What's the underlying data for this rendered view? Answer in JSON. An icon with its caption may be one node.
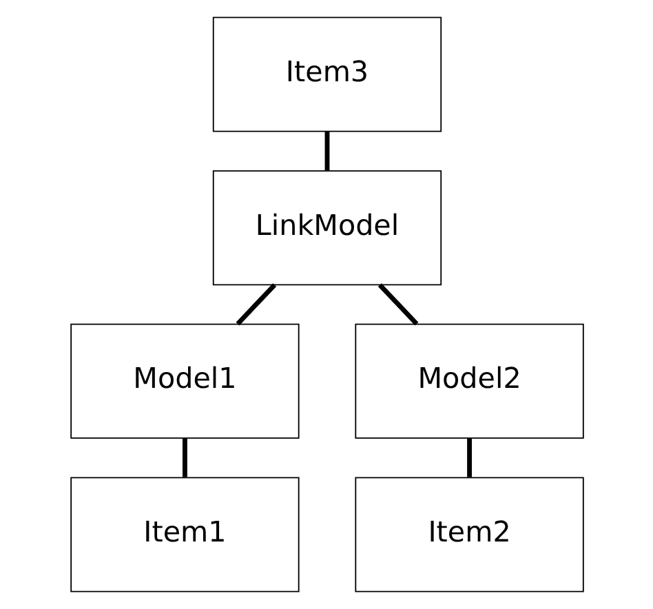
{
  "diagram": {
    "nodes": [
      {
        "text": [
          "Item3"
        ]
      },
      {
        "text": [
          "LinkModel"
        ]
      },
      {
        "text": [
          "Model1"
        ]
      },
      {
        "text": [
          "Model2"
        ]
      },
      {
        "text": [
          "Item1"
        ]
      },
      {
        "text": [
          "Item2"
        ]
      }
    ],
    "edges": [
      {
        "from": 0,
        "to": 1,
        "arrow": "none"
      },
      {
        "from": 1,
        "to": 2,
        "arrow": "none"
      },
      {
        "from": 1,
        "to": 3,
        "arrow": "none"
      },
      {
        "from": 2,
        "to": 4,
        "arrow": "none"
      },
      {
        "from": 3,
        "to": 5,
        "arrow": "none"
      }
    ]
  }
}
